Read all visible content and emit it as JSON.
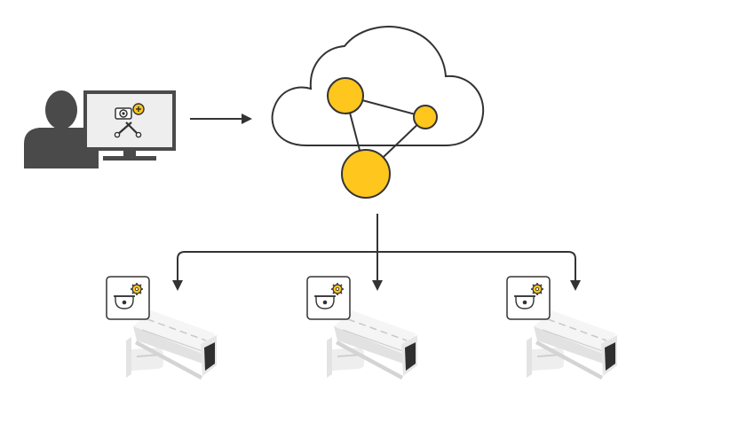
{
  "colors": {
    "background": "#ffffff",
    "accent_yellow": "#ffc61e",
    "line": "#333333",
    "person_gray": "#4a4a4a",
    "monitor_screen": "#eeeeee",
    "monitor_frame": "#4a4a4a",
    "camera_body": "#f2f2f2",
    "camera_shadow": "#d9d9d9",
    "camera_lens": "#2f2f2f"
  },
  "icons": {
    "person": "person-silhouette-icon",
    "monitor": "monitor-icon",
    "monitor_screen": "camera-config-tool-icon",
    "cloud": "cloud-icon",
    "network": "network-nodes-icon",
    "camera_badge": "dome-camera-gear-icon",
    "camera": "bullet-camera-icon"
  },
  "cameras": [
    {
      "id": "camera-1"
    },
    {
      "id": "camera-2"
    },
    {
      "id": "camera-3"
    }
  ]
}
